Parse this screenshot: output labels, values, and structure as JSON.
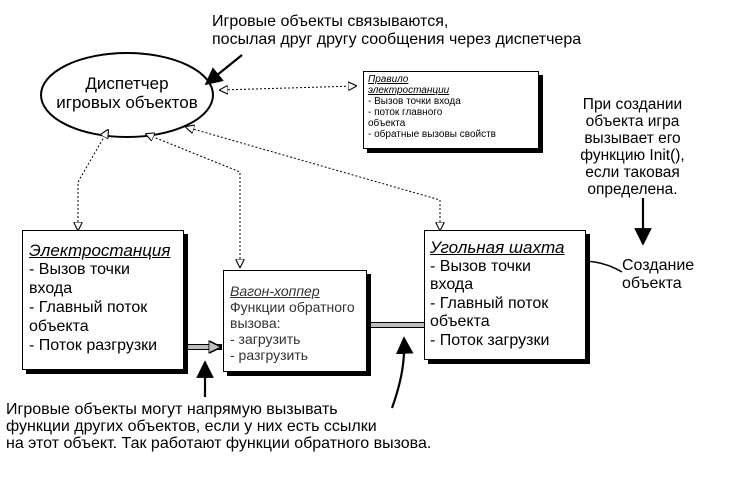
{
  "top_note": [
    "Игровые объекты связываются,",
    "посылая друг другу сообщения через диспетчера"
  ],
  "manager": [
    "Диспетчер",
    "игровых объектов"
  ],
  "rule_box": {
    "title": "Правило электростанции",
    "lines": [
      "- Вызов точки входа",
      "- поток главного",
      "объекта",
      "- обратные вызовы свойств"
    ]
  },
  "create_note": [
    "При создании",
    "объекта игра",
    "вызывает его",
    "функцию Init(),",
    "если таковая",
    "определена."
  ],
  "power_station": {
    "title": "Электростанция",
    "lines": [
      "- Вызов точки",
      "входа",
      "- Главный поток",
      "объекта",
      "- Поток разгрузки"
    ]
  },
  "hopper_car": {
    "title": "Вагон-хоппер",
    "lines": [
      "Функции обратного",
      "вызова:",
      "- загрузить",
      "- разгрузить"
    ]
  },
  "coal_mine": {
    "title": "Угольная шахта",
    "lines": [
      "- Вызов точки",
      "входа",
      "- Главный поток",
      "объекта",
      "- Поток загрузки"
    ]
  },
  "create_label": [
    "Создание",
    "объекта"
  ],
  "bottom_note": [
    "Игровые объекты могут напрямую вызывать",
    "функции других объектов, если у них есть ссылки",
    "на этот объект. Так работают функции обратного вызова."
  ]
}
